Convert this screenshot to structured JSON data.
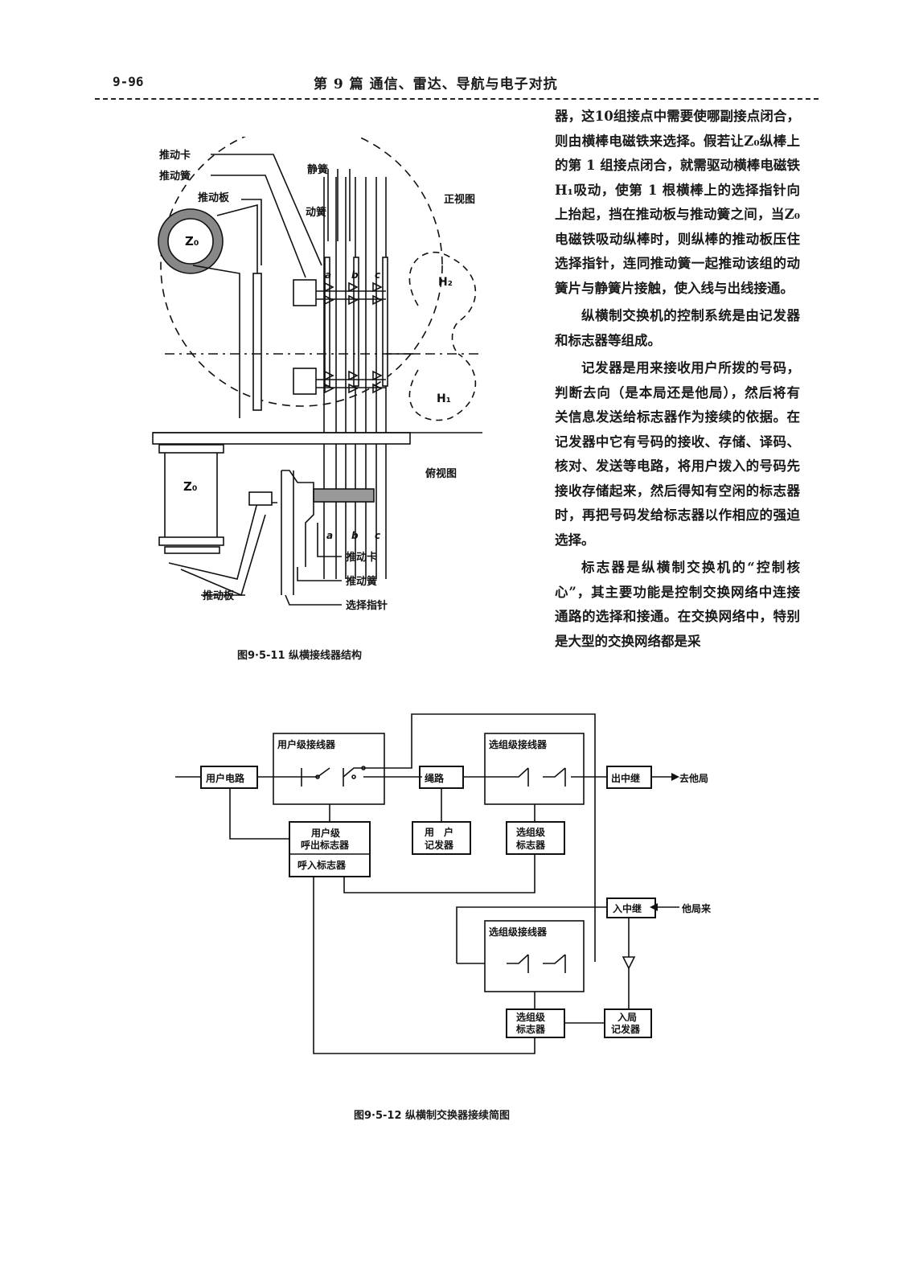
{
  "header": {
    "page_number": "9-96",
    "title": "第 9 篇   通信、雷达、导航与电子对抗"
  },
  "body_paragraphs": [
    "器，这10组接点中需要使哪副接点闭合，则由横棒电磁铁来选择。假若让Z₀纵棒上的第 1 组接点闭合，就需驱动横棒电磁铁H₁吸动，使第 1 根横棒上的选择指针向上抬起，挡在推动板与推动簧之间，当Z₀电磁铁吸动纵棒时，则纵棒的推动板压住选择指针，连同推动簧一起推动该组的动簧片与静簧片接触，使入线与出线接通。",
    "纵横制交换机的控制系统是由记发器和标志器等组成。",
    "记发器是用来接收用户所拨的号码，判断去向（是本局还是他局），然后将有关信息发送给标志器作为接续的依据。在记发器中它有号码的接收、存储、译码、核对、发送等电路，将用户拨入的号码先接收存储起来，然后得知有空闲的标志器时，再把号码发给标志器以作相应的强迫选择。",
    "标志器是纵横制交换机的“控制核心”，其主要功能是控制交换网络中连接通路的选择和接通。在交换网络中，特别是大型的交换网络都是采"
  ],
  "figure1": {
    "caption": "图9·5-11   纵横接线器结构",
    "labels": {
      "push_card": "推动卡",
      "push_spring": "推动簧",
      "push_plate": "推动板",
      "static_spring": "静簧",
      "moving_spring": "动簧",
      "front_view": "正视图",
      "top_view": "俯视图",
      "z0_top": "Z₀",
      "z0_bottom": "Z₀",
      "h2": "H₂",
      "h1": "H₁",
      "a": "a",
      "b": "b",
      "c": "c",
      "push_card_bottom": "推动卡",
      "push_spring_bottom": "推动簧",
      "select_pointer": "选择指针",
      "push_plate_bottom": "推动板"
    }
  },
  "figure2": {
    "caption": "图9·5-12   纵横制交换器接续简图",
    "labels": {
      "user_circuit": "用户电路",
      "user_switch": "用户级接线器",
      "cord": "绳路",
      "group_switch_top": "选组级接线器",
      "out_trunk": "出中继",
      "to_other": "去他局",
      "user_marker_line1": "用户级",
      "user_marker_line2": "呼出标志器",
      "call_in_marker": "呼入标志器",
      "user_register_line1": "用　户",
      "user_register_line2": "记发器",
      "group_marker_top_line1": "选组级",
      "group_marker_top_line2": "标志器",
      "in_trunk": "入中继",
      "from_other": "他局来",
      "group_switch_bottom": "选组级接线器",
      "group_marker_bottom_line1": "选组级",
      "group_marker_bottom_line2": "标志器",
      "in_register_line1": "入局",
      "in_register_line2": "记发器"
    }
  }
}
